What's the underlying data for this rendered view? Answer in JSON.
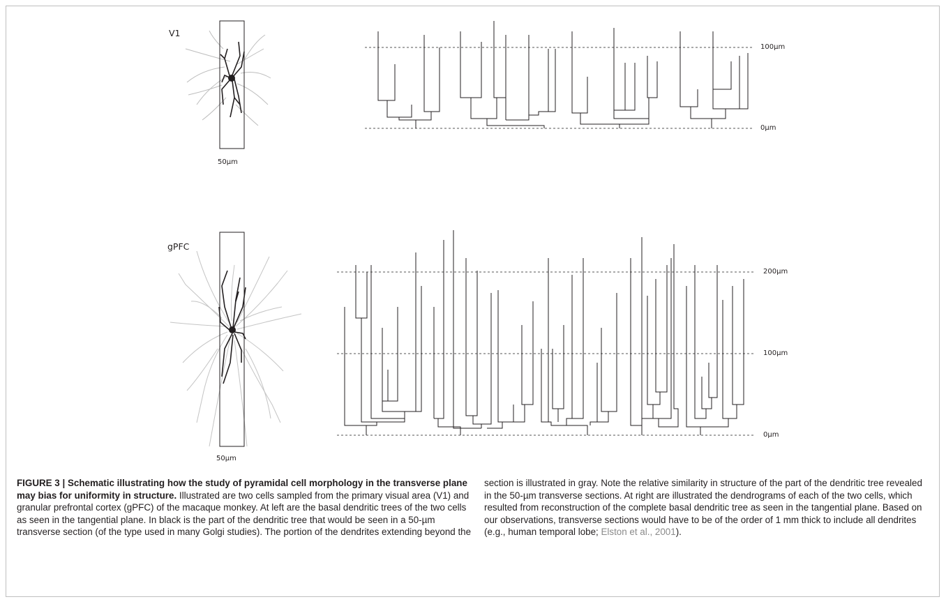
{
  "figure": {
    "panels": [
      {
        "cell_label": "V1",
        "section_width_label": "50µm",
        "scale_labels": [
          "100µm",
          "0µm"
        ]
      },
      {
        "cell_label": "gPFC",
        "section_width_label": "50µm",
        "scale_labels": [
          "200µm",
          "100µm",
          "0µm"
        ]
      }
    ],
    "colors": {
      "in_section": "#231f20",
      "outside_section": "#bdbdbd",
      "dashed_line": "#555555"
    }
  },
  "caption": {
    "title": "FIGURE 3 | Schematic illustrating how the study of pyramidal cell morphology in the transverse plane may bias for uniformity in structure.",
    "body_left": "Illustrated are two cells sampled from the primary visual area (V1) and granular prefrontal cortex (gPFC) of the macaque monkey. At left are the basal dendritic trees of the two cells as seen in the tangential plane. In black is the part of the dendritic tree that would be seen in a 50-µm transverse section (of the type used in many Golgi studies). The portion of the dendrites extending beyond the",
    "body_right": "section is illustrated in gray. Note the relative similarity in structure of the part of the dendritic tree revealed in the 50-µm transverse sections. At right are illustrated the dendrograms of each of the two cells, which resulted from reconstruction of the complete basal dendritic tree as seen in the tangential plane. Based on our observations, transverse sections would have to be of the order of 1 mm thick to include all dendrites (e.g., human temporal lobe; ",
    "citation": "Elston et al., 2001",
    "closing": ")."
  }
}
